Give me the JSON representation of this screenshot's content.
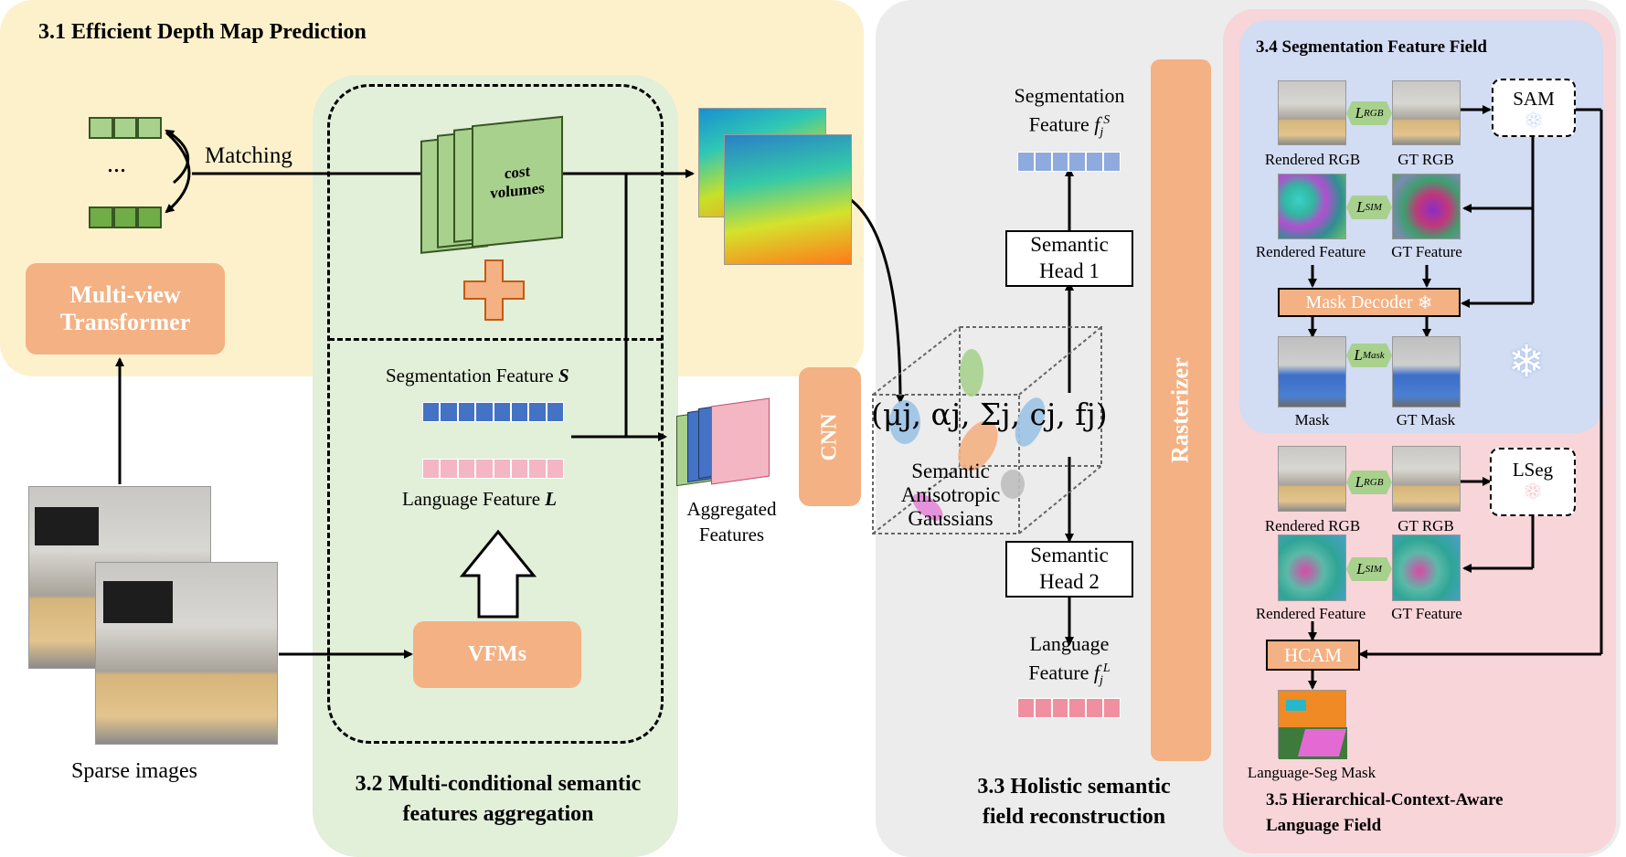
{
  "sections": {
    "s31_title": "3.1 Efficient Depth Map Prediction",
    "s32_title_line1": "3.2 Multi-conditional semantic",
    "s32_title_line2": "features aggregation",
    "s33_title_line1": "3.3 Holistic semantic",
    "s33_title_line2": "field reconstruction",
    "s34_title": "3.4 Segmentation Feature Field",
    "s35_title_line1": "3.5 Hierarchical-Context-Aware",
    "s35_title_line2": "Language Field"
  },
  "left": {
    "ellipsis": "...",
    "matching": "Matching",
    "mvt_line1": "Multi-view",
    "mvt_line2": "Transformer",
    "sparse_images": "Sparse images"
  },
  "middle": {
    "cost_line1": "cost",
    "cost_line2": "volumes",
    "seg_feature": "Segmentation Feature",
    "seg_symbol": "S",
    "lang_feature": "Language Feature",
    "lang_symbol": "L",
    "vfms": "VFMs",
    "aggregated_line1": "Aggregated",
    "aggregated_line2": "Features",
    "cnn": "CNN"
  },
  "gaussian": {
    "params": "(μj, αj, Σj, cj, fj)",
    "label_line1": "Semantic",
    "label_line2": "Anisotropic",
    "label_line3": "Gaussians"
  },
  "heads": {
    "seg_feat_line1": "Segmentation",
    "seg_feat_line2": "Feature",
    "seg_feat_sym": "f",
    "seg_feat_sub": "j",
    "seg_feat_sup": "S",
    "head1_line1": "Semantic",
    "head1_line2": "Head 1",
    "head2_line1": "Semantic",
    "head2_line2": "Head 2",
    "lang_feat_line1": "Language",
    "lang_feat_line2": "Feature",
    "lang_feat_sym": "f",
    "lang_feat_sub": "j",
    "lang_feat_sup": "L",
    "rasterizer": "Rasterizer"
  },
  "seg_field": {
    "rendered_rgb": "Rendered RGB",
    "gt_rgb": "GT RGB",
    "rendered_feature": "Rendered Feature",
    "gt_feature": "GT Feature",
    "mask": "Mask",
    "gt_mask": "GT Mask",
    "sam": "SAM",
    "mask_decoder": "Mask Decoder",
    "loss_rgb": "L",
    "loss_rgb_sub": "RGB",
    "loss_sim": "L",
    "loss_sim_sub": "SIM",
    "loss_mask": "L",
    "loss_mask_sub": "Mask",
    "snowflake": "❄"
  },
  "lang_field": {
    "rendered_rgb": "Rendered RGB",
    "gt_rgb": "GT RGB",
    "rendered_feature": "Rendered Feature",
    "gt_feature": "GT Feature",
    "lseg": "LSeg",
    "hcam": "HCAM",
    "lang_seg_mask": "Language-Seg Mask",
    "loss_rgb": "L",
    "loss_rgb_sub": "RGB",
    "loss_sim": "L",
    "loss_sim_sub": "SIM",
    "snowflake": "❄"
  },
  "colors": {
    "orange": "#f4b183",
    "green_token": "#70ad47",
    "blue_token": "#4472c4",
    "pink_token": "#f4b6c2",
    "light_blue_token": "#8faadc",
    "rose_token": "#f08fa0"
  }
}
